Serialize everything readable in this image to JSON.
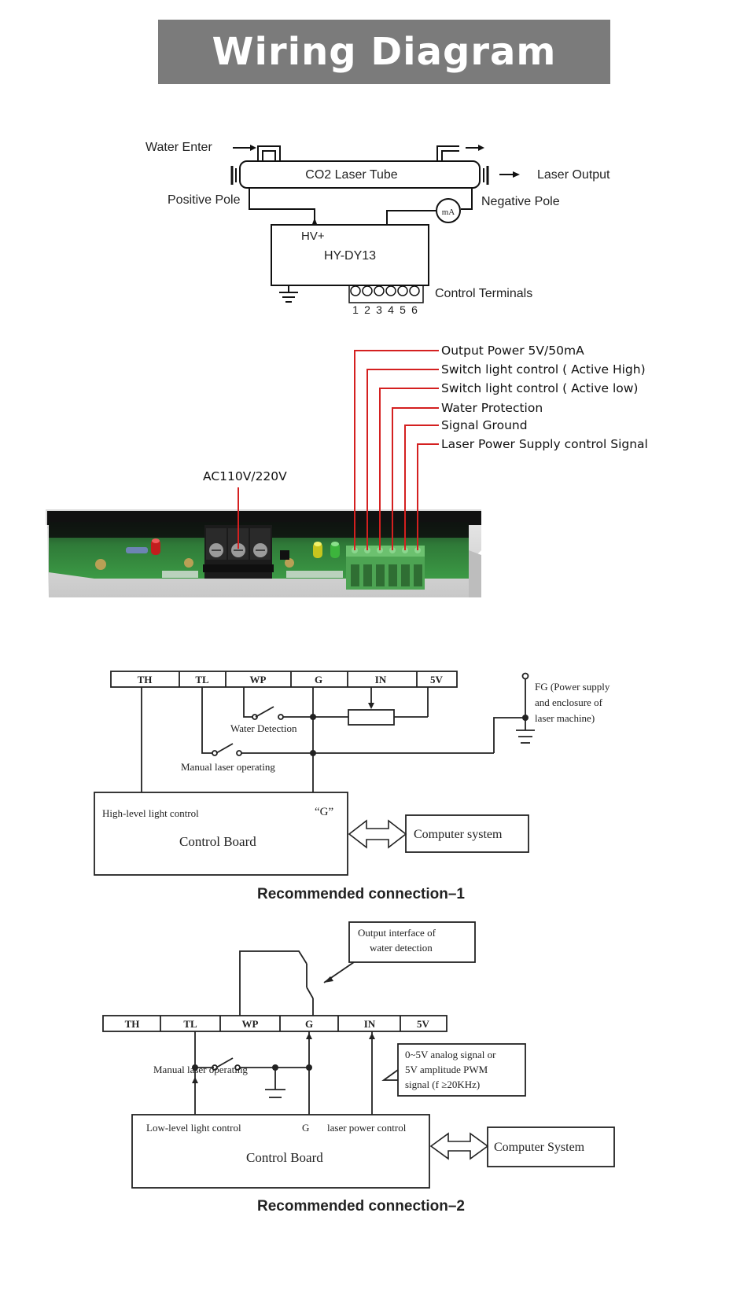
{
  "banner": {
    "title": "Wiring Diagram"
  },
  "tube_diagram": {
    "water_enter": "Water Enter",
    "tube": "CO2 Laser Tube",
    "laser_output": "Laser Output",
    "positive_pole": "Positive Pole",
    "negative_pole": "Negative Pole",
    "meter": "mA",
    "hv_plus": "HV+",
    "model": "HY-DY13",
    "control_terminals": "Control Terminals",
    "terminal_numbers": [
      "1",
      "2",
      "3",
      "4",
      "5",
      "6"
    ]
  },
  "terminal_callouts": {
    "labels": [
      "Output Power 5V/50mA",
      "Switch light control ( Active High)",
      "Switch light control ( Active low)",
      "Water Protection",
      "Signal Ground",
      "Laser Power Supply control Signal"
    ],
    "ac_input": "AC110V/220V",
    "line_color": "#d42020"
  },
  "connection_1": {
    "terminals": [
      "TH",
      "TL",
      "WP",
      "G",
      "IN",
      "5V"
    ],
    "water_detection": "Water Detection",
    "manual_laser": "Manual laser operating",
    "fg_note": [
      "FG (Power supply",
      "and enclosure of",
      "laser machine)"
    ],
    "board_left": "High-level light control",
    "board_g": "“G”",
    "board_title": "Control Board",
    "computer": "Computer system",
    "caption": "Recommended connection–1"
  },
  "connection_2": {
    "output_interface": [
      "Output   interface   of",
      "water detection"
    ],
    "terminals": [
      "TH",
      "TL",
      "WP",
      "G",
      "IN",
      "5V"
    ],
    "manual_laser": "Manual laser operating",
    "analog_note": [
      "0~5V analog signal or",
      "5V  amplitude  PWM",
      "signal (f ≥20KHz)"
    ],
    "board_left": "Low-level light control",
    "board_g": "G",
    "board_right": "laser power control",
    "board_title": "Control Board",
    "computer": "Computer System",
    "caption": "Recommended connection–2"
  }
}
